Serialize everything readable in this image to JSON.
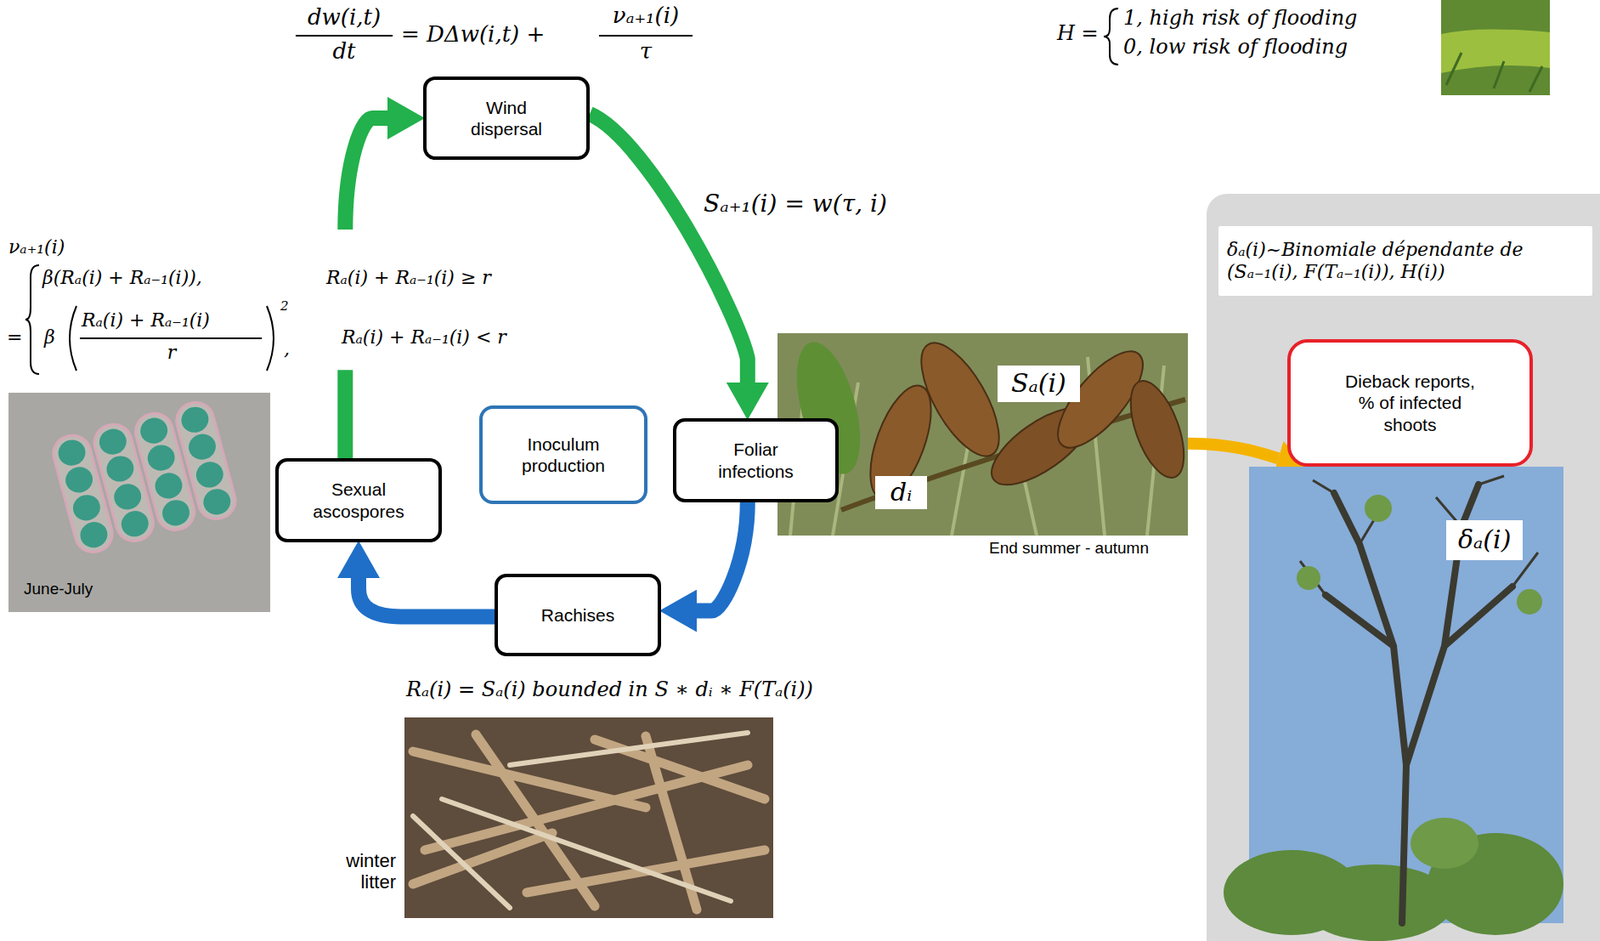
{
  "diagram": {
    "nodes": [
      {
        "text": [
          "Wind dispersal"
        ]
      },
      {
        "text": [
          "δₐ(i)~Binomiale dépendante de (Sₐ₋₁(i), F(Tₐ₋₁(i)), H(i))"
        ]
      },
      {
        "text": [
          "Dieback reports, % of infected shoots"
        ]
      },
      {
        "text": [
          "Inoculum production"
        ]
      },
      {
        "text": [
          "Foliar infections"
        ]
      },
      {
        "text": [
          "Sexual ascospores"
        ]
      },
      {
        "text": [
          "Rachises"
        ]
      }
    ],
    "edges": [
      {
        "from": 0,
        "to": 4,
        "arrow": "to"
      },
      {
        "from": 4,
        "to": 6,
        "arrow": "to"
      },
      {
        "from": 6,
        "to": 5,
        "arrow": "to"
      },
      {
        "from": 5,
        "to": 0,
        "arrow": "to"
      },
      {
        "from": 4,
        "to": 2,
        "arrow": "to"
      }
    ],
    "labels": [
      "dw(i,t)",
      "dt",
      "= DΔw(i,t) +",
      "νₐ₊₁(i)",
      "τ",
      "H =",
      "1, high risk of flooding",
      "0, low risk of flooding",
      "Sₐ₊₁(i) = w(τ, i)",
      "νₐ₊₁(i)",
      "=",
      "β(Rₐ(i) + Rₐ₋₁(i)),",
      "Rₐ(i) + Rₐ₋₁(i) ≥ r",
      "β",
      "Rₐ(i) + Rₐ₋₁(i)",
      "r",
      "2",
      ",",
      "Rₐ(i) + Rₐ₋₁(i) < r",
      "Sₐ(i)",
      "dᵢ",
      "δₐ(i)",
      "June-July",
      "End summer - autumn",
      "Rₐ(i) = Sₐ(i) bounded in S ∗ dᵢ ∗ F(Tₐ(i))",
      "winter litter"
    ]
  }
}
